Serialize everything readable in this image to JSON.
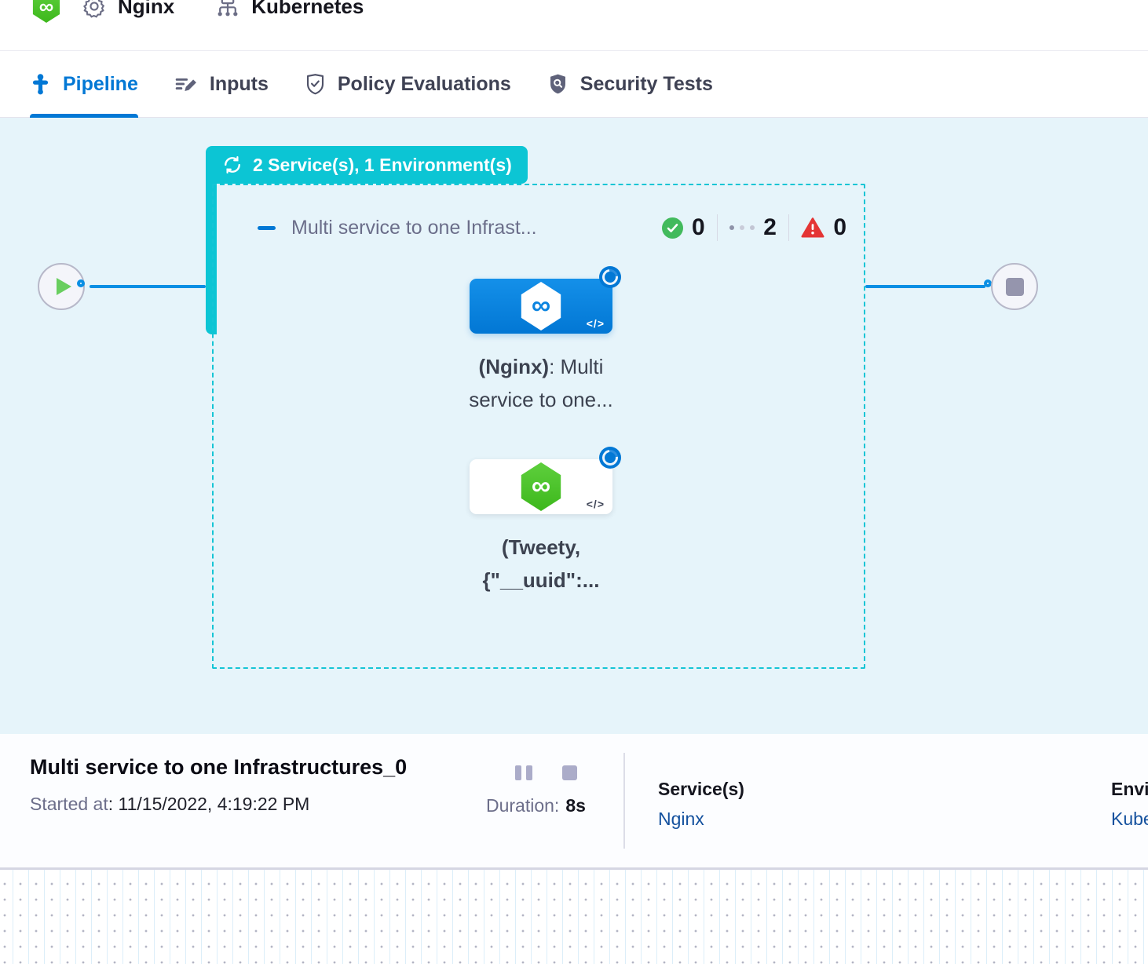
{
  "header": {
    "service_name": "Nginx",
    "environment_name": "Kubernetes"
  },
  "tabs": [
    {
      "label": "Pipeline",
      "active": true
    },
    {
      "label": "Inputs",
      "active": false
    },
    {
      "label": "Policy Evaluations",
      "active": false
    },
    {
      "label": "Security Tests",
      "active": false
    }
  ],
  "canvas": {
    "group_badge_label": "2 Service(s), 1 Environment(s)",
    "stage": {
      "title": "Multi service to one Infrast...",
      "success_count": "0",
      "running_count": "2",
      "failed_count": "0"
    },
    "nodes": {
      "nginx": {
        "label_bold": "(Nginx)",
        "label_after": ": Multi",
        "label_line2": "service to one...",
        "code_glyph": "</>"
      },
      "tweety": {
        "label_line1": "(Tweety,",
        "label_line2": "{\"__uuid\":...",
        "code_glyph": "</>"
      }
    },
    "infinity_glyph": "∞"
  },
  "footer": {
    "title": "Multi service to one Infrastructures_0",
    "started_label": "Started at",
    "started_value": ": 11/15/2022, 4:19:22 PM",
    "duration_label": "Duration:",
    "duration_value": "8s",
    "services_label": "Service(s)",
    "services_value": "Nginx",
    "environment_label": "Environment(s)",
    "environment_value": "Kubernetes"
  },
  "colors": {
    "accent_blue": "#0278d5",
    "teal": "#0cc5d4",
    "success_green": "#42ba5c",
    "danger_red": "#e43535",
    "link_blue": "#14519e",
    "canvas_bg": "#e6f4fa"
  }
}
